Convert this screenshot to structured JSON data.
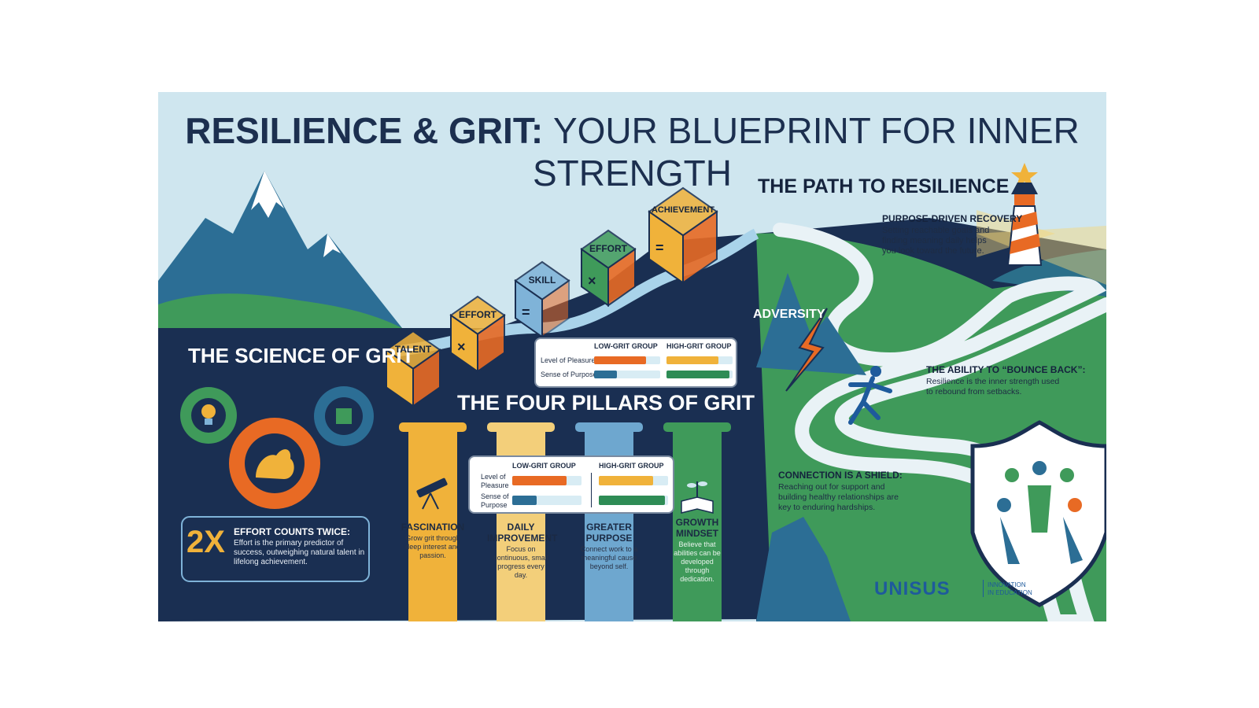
{
  "title": {
    "bold": "RESILIENCE & GRIT:",
    "light": "YOUR BLUEPRINT FOR INNER STRENGTH"
  },
  "science": {
    "heading": "THE SCIENCE OF GRIT",
    "callout_big": "2X",
    "callout_title": "EFFORT COUNTS TWICE:",
    "callout_text": "Effort is the primary predictor of success, outweighing natural talent in lifelong achievement."
  },
  "cubes": [
    {
      "label": "TALENT",
      "symbol": "",
      "color": "#f0b23a"
    },
    {
      "label": "EFFORT",
      "symbol": "×",
      "color": "#f0b23a"
    },
    {
      "label": "SKILL",
      "symbol": "=",
      "color": "#7fb3d8"
    },
    {
      "label": "EFFORT",
      "symbol": "×",
      "color": "#3f9a5a"
    },
    {
      "label": "ACHIEVEMENT",
      "symbol": "=",
      "color": "#f0b23a"
    }
  ],
  "chart_top": {
    "group_low": "LOW-GRIT GROUP",
    "group_high": "HIGH-GRIT GROUP",
    "row1": "Level of Pleasure",
    "row2": "Sense of Purpose"
  },
  "chart_mid": {
    "group_low": "LOW-GRIT GROUP",
    "group_high": "HIGH-GRIT GROUP",
    "row1_a": "Level of",
    "row1_b": "Pleasure",
    "row2_a": "Sense of",
    "row2_b": "Purpose"
  },
  "chart_data": {
    "type": "bar",
    "categories": [
      "Level of Pleasure",
      "Sense of Purpose"
    ],
    "series": [
      {
        "name": "LOW-GRIT GROUP",
        "values": [
          0.78,
          0.35
        ],
        "color": "#e86a24"
      },
      {
        "name": "HIGH-GRIT GROUP",
        "values": [
          0.78,
          0.95
        ],
        "color": "#2e8c55"
      }
    ],
    "ylim": [
      0,
      1
    ],
    "legend": "top"
  },
  "pillars": {
    "heading": "THE FOUR PILLARS OF GRIT",
    "items": [
      {
        "title_a": "FASCINATION",
        "title_b": "",
        "desc": "Grow grit through deep interest and passion.",
        "color": "#f0b23a"
      },
      {
        "title_a": "DAILY",
        "title_b": "IMPROVEMENT",
        "desc": "Focus on continuous, small progress every day.",
        "color": "#f3cf7a"
      },
      {
        "title_a": "GREATER",
        "title_b": "PURPOSE",
        "desc": "Connect work to a meaningful cause beyond self.",
        "color": "#6ea7cf"
      },
      {
        "title_a": "GROWTH",
        "title_b": "MINDSET",
        "desc": "Believe that abilities can be developed through dedication.",
        "color": "#3f9a5a"
      }
    ]
  },
  "path": {
    "heading": "THE PATH TO RESILIENCE",
    "recovery_title": "PURPOSE-DRIVEN RECOVERY",
    "recovery_text": "Setting reachable goals and finding meaning daily helps you look toward the future.",
    "adversity": "ADVERSITY",
    "bounce_title": "THE ABILITY TO “BOUNCE BACK”:",
    "bounce_text": "Resilience is the inner strength used to rebound from setbacks.",
    "connection_title": "CONNECTION IS A SHIELD:",
    "connection_text": "Reaching out for support and building healthy relationships are key to enduring hardships."
  },
  "brand": {
    "logo": "UNISUS",
    "tagline_1": "INNOVATION",
    "tagline_2": "IN EDUCATION"
  },
  "icons": [
    "mountain-icon",
    "gear-lightbulb-icon",
    "gear-muscle-icon",
    "gear-puzzle-icon",
    "telescope-icon",
    "book-plant-icon",
    "lighthouse-icon",
    "runner-icon",
    "shield-people-icon",
    "lightning-icon"
  ]
}
